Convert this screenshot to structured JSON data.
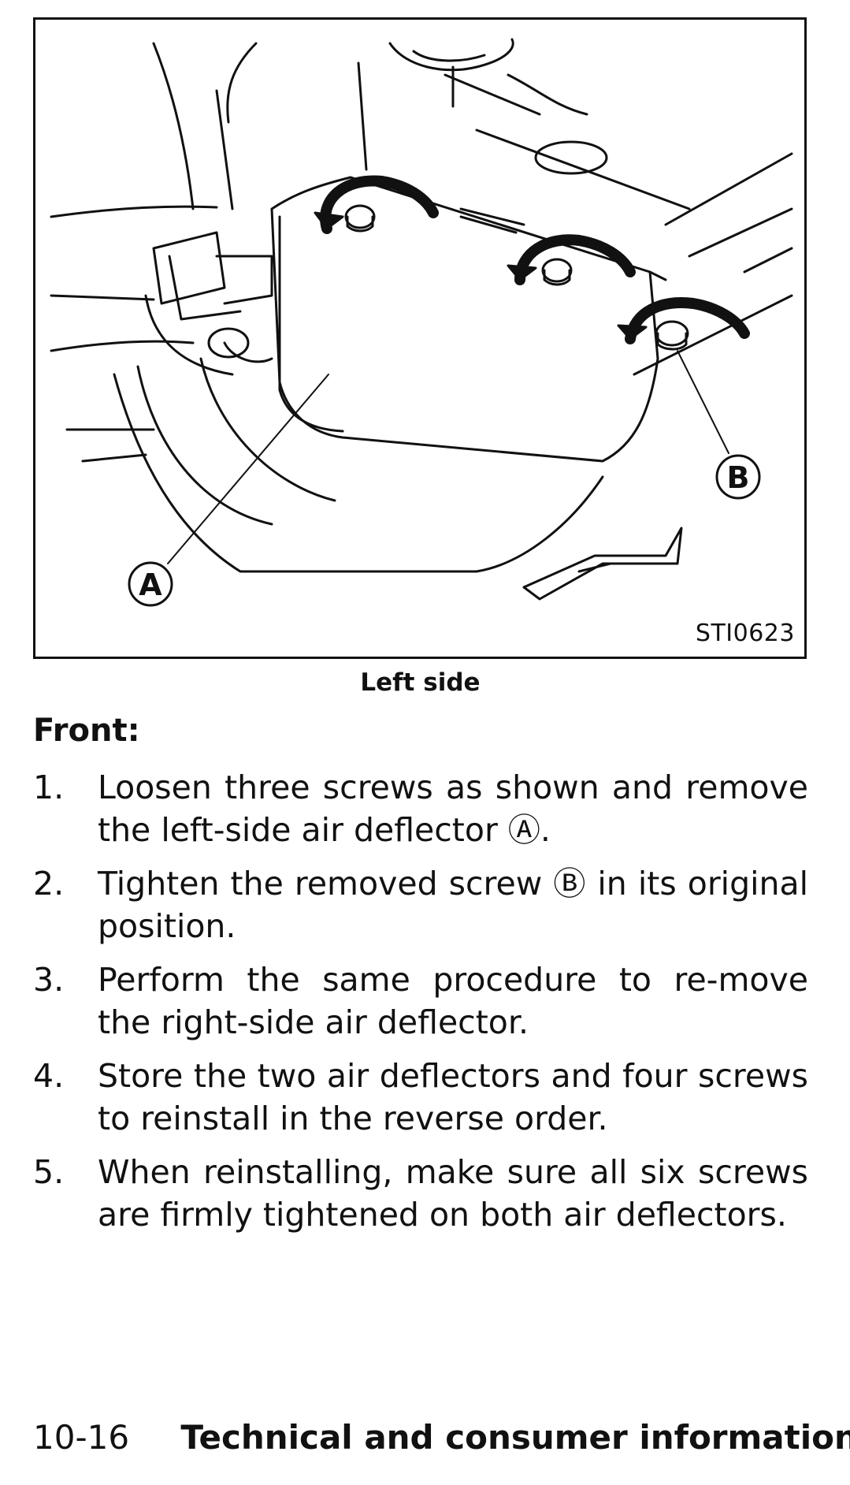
{
  "figure": {
    "code": "STI0623",
    "label_a": "A",
    "label_b": "B"
  },
  "caption": "Left side",
  "section_title": "Front:",
  "steps": [
    {
      "num": "1.",
      "text": "Loosen three screws as shown and remove the left-side air deflector Ⓐ."
    },
    {
      "num": "2.",
      "text": "Tighten the removed screw Ⓑ in its original position."
    },
    {
      "num": "3.",
      "text": "Perform the same procedure to re-move the right-side air deflector."
    },
    {
      "num": "4.",
      "text": "Store the two air deflectors and four screws to reinstall in the reverse order."
    },
    {
      "num": "5.",
      "text": "When reinstalling, make sure all six screws are firmly tightened on both air deflectors."
    }
  ],
  "footer": {
    "page": "10-16",
    "title": "Technical and consumer information"
  }
}
